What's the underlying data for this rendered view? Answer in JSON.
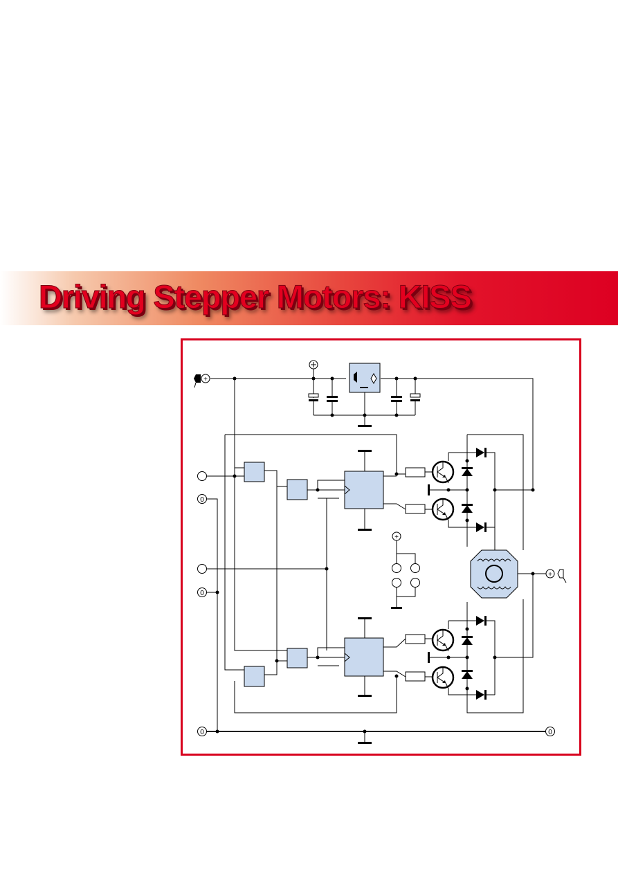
{
  "banner": {
    "title": "Driving Stepper Motors: KISS",
    "gradient_start": "#ffffff",
    "gradient_end": "#dd0022",
    "text_color": "#e3001f"
  },
  "frame": {
    "border_color": "#d8001d"
  },
  "schematic": {
    "component_fill": "#c9d9ee",
    "wire_color": "#000000",
    "terminal_symbols": [
      "+",
      "0",
      "0",
      "0",
      "0",
      "+",
      "+"
    ]
  }
}
